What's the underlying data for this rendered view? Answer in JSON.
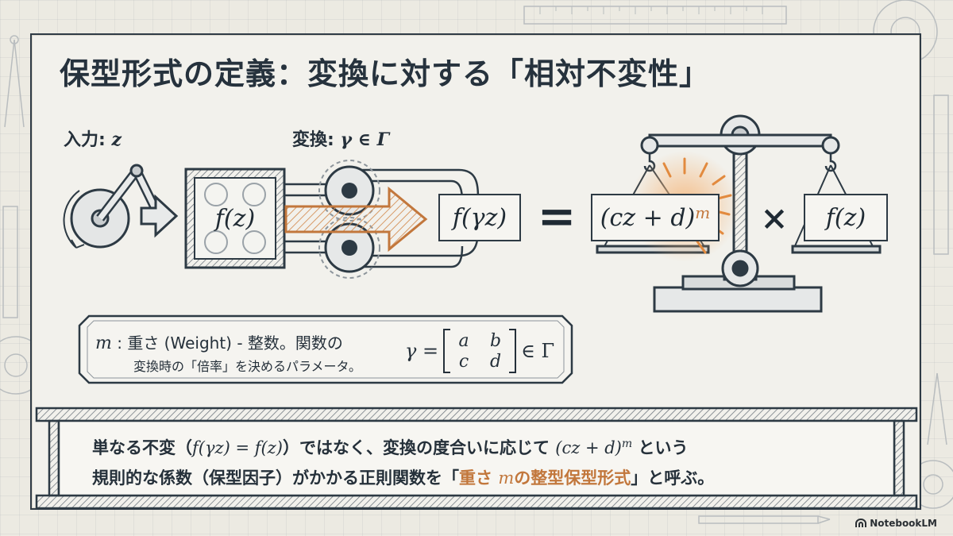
{
  "title": "保型形式の定義：変換に対する「相対不変性」",
  "labels": {
    "input_prefix": "入力: ",
    "input_var": "z",
    "transform_prefix": "変換: ",
    "transform_math": "γ ∈ Γ"
  },
  "boxes": {
    "fz_machine": "f(z)",
    "f_gamma_z": "f(γz)",
    "equals": "=",
    "factor_base": "(cz + d)",
    "factor_exp": "m",
    "times": "×",
    "fz_right": "f(z)"
  },
  "weight_box": {
    "m_symbol": "m",
    "line1_text": " : 重さ (Weight) - 整数。関数の",
    "line2_text": "変換時の「倍率」を決めるパラメータ。",
    "gamma_lhs": "γ =",
    "matrix": [
      "a",
      "b",
      "c",
      "d"
    ],
    "gamma_rhs": "∈ Γ"
  },
  "summary": {
    "line1_a": "単なる不変（",
    "line1_math": "f(γz) = f(z)",
    "line1_b": "）ではなく、変換の度合いに応じて ",
    "line1_factor": "(cz + d)",
    "line1_exp": "m",
    "line1_c": " という",
    "line2_a": "規則的な係数（保型因子）がかかる正則関数を「",
    "line2_hl1": "重さ ",
    "line2_hl_m": "m",
    "line2_hl2": "の整型保型形式",
    "line2_b": "」と呼ぶ。"
  },
  "branding": "NotebookLM",
  "colors": {
    "ink": "#26323d",
    "accent": "#c2773c",
    "paper": "#f2f1ec",
    "background": "#eceae2"
  }
}
